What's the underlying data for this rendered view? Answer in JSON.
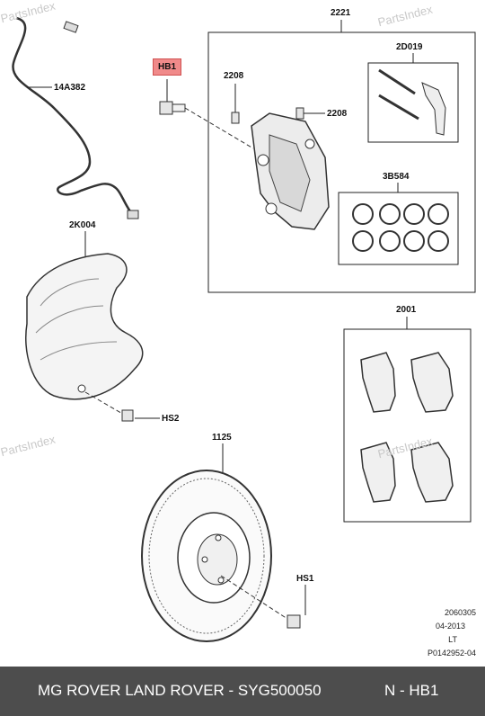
{
  "watermark": "PartsIndex",
  "labels": {
    "group_caliper": "2221",
    "pin_kit": "2D019",
    "bleed_screw_left": "2208",
    "bleed_screw_right": "2208",
    "highlighted_bolt": "HB1",
    "wear_sensor": "14A382",
    "seal_kit": "3B584",
    "splash_shield": "2K004",
    "shield_bolt": "HS2",
    "pads": "2001",
    "disc": "1125",
    "disc_screw": "HS1"
  },
  "meta": {
    "code": "2060305",
    "date": "04-2013",
    "side": "LT",
    "ref": "P0142952-04"
  },
  "footer": {
    "brand": "MG ROVER LAND ROVER - SYG500050",
    "ref": "N - HB1"
  },
  "colors": {
    "highlight": "#f08a8a",
    "footer_bg": "#4d4d4d"
  }
}
